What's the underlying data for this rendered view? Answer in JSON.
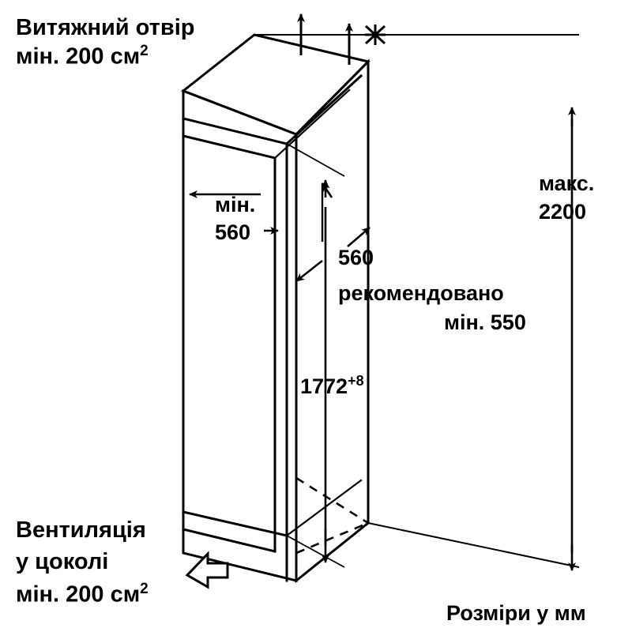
{
  "diagram": {
    "title": "Built-in refrigerator niche installation dimensions",
    "units_note": "Розміри у мм",
    "labels": {
      "vent_top_line1": "Витяжний отвір",
      "vent_top_line2": "мін. 200 см",
      "vent_top_sup": "2",
      "vent_bottom_line1": "Вентиляція",
      "vent_bottom_line2": "у цоколі",
      "vent_bottom_line3": "мін. 200 см",
      "vent_bottom_sup": "2",
      "depth_min_line1": "мін.",
      "depth_min_line2": "560",
      "width_value": "560",
      "width_rec_line1": "рекомендовано",
      "width_rec_line2": "мін. 550",
      "height_value": "1772",
      "height_tolerance": "+8",
      "max_height_line1": "макс.",
      "max_height_line2": "2200"
    },
    "dimensions": {
      "niche_depth_min_mm": 560,
      "niche_width_mm": 560,
      "niche_width_recommended_min_mm": 550,
      "niche_height_mm": 1772,
      "niche_height_tolerance_mm": 8,
      "max_overall_height_mm": 2200,
      "vent_opening_top_cm2": 200,
      "vent_opening_base_cm2": 200
    },
    "colors": {
      "stroke": "#000000",
      "background": "#ffffff"
    }
  }
}
